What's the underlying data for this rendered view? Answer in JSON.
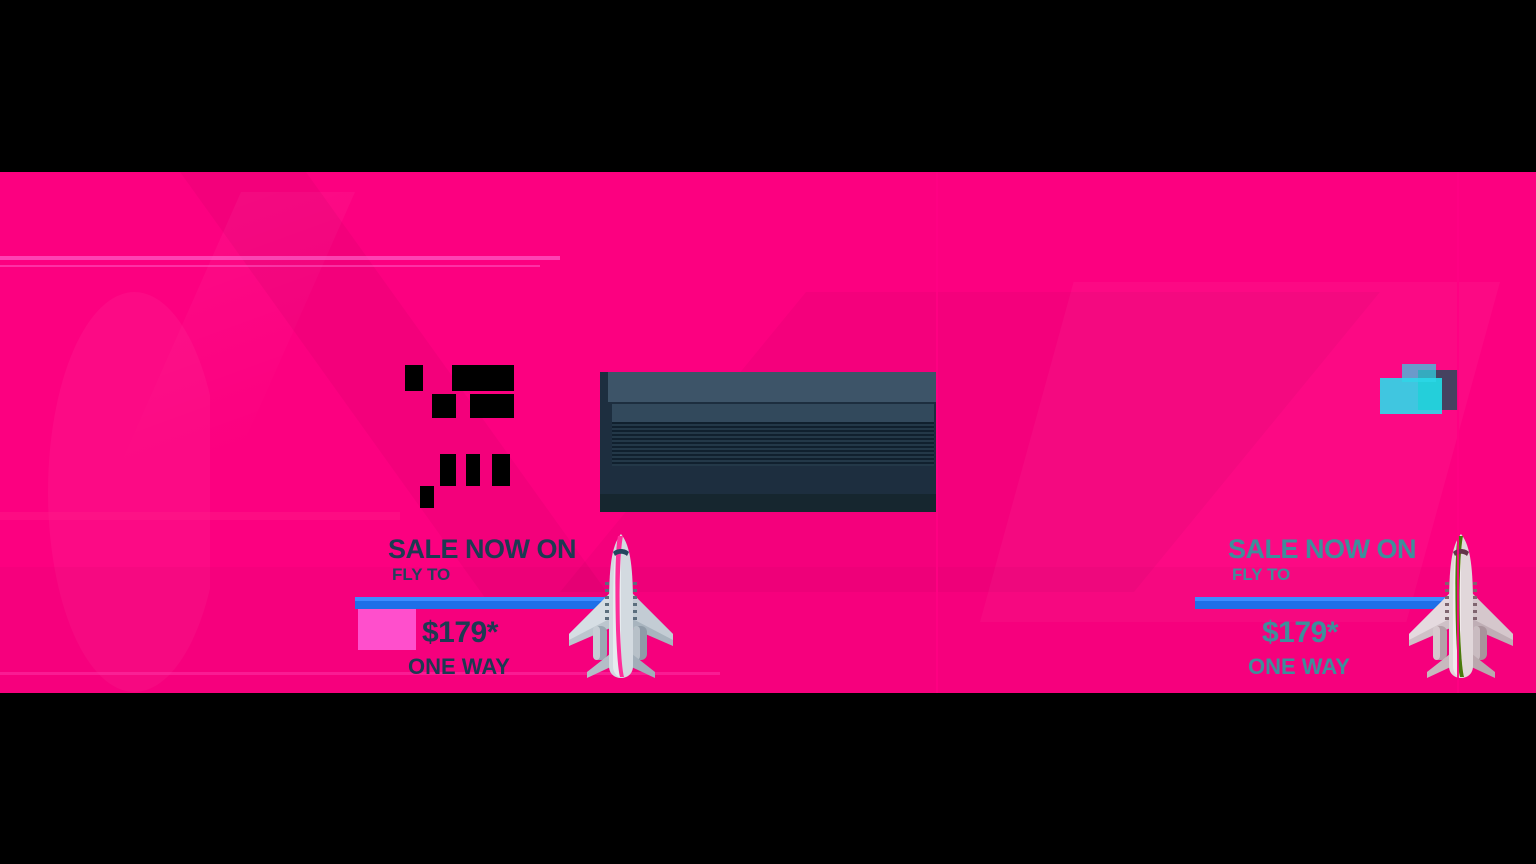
{
  "banner": {
    "background_color": "#FC0080",
    "accent_blue": "#1E6FE8",
    "accent_magenta": "#FF4FCC",
    "text_navy": "#1D3A52",
    "letterbox_color": "#000000",
    "artifact_cyan": "#1EE8F0",
    "redaction_navy": "#1D2E3F"
  },
  "promos": [
    {
      "id": "promo-left",
      "headline": "SALE NOW ON",
      "subline": "FLY TO",
      "price": "$179*",
      "route": "ONE WAY",
      "plane_icon": "airplane-icon",
      "swatch_color": "#FF4FCC",
      "rule_color": "#1E6FE8"
    },
    {
      "id": "promo-right",
      "headline": "SALE NOW ON",
      "subline": "FLY TO",
      "price": "$179*",
      "route": "ONE WAY",
      "plane_icon": "airplane-icon",
      "swatch_color": "#FF4FCC",
      "rule_color": "#1E6FE8"
    }
  ]
}
